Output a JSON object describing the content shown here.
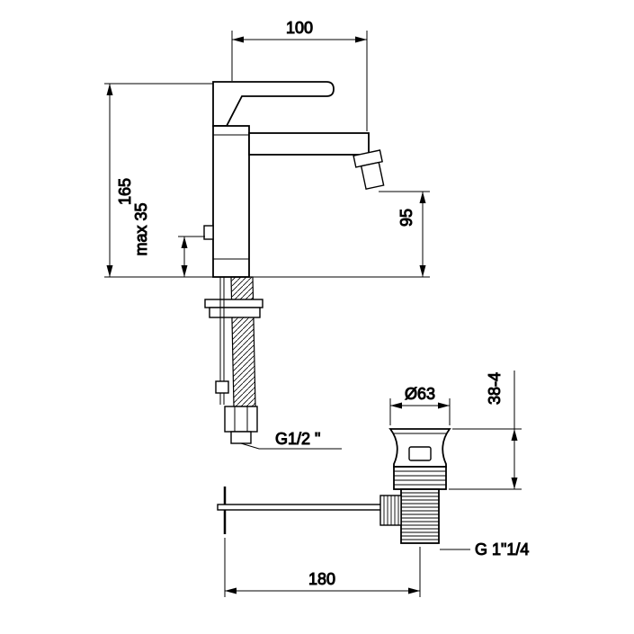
{
  "colors": {
    "line": "#000000",
    "background": "#ffffff"
  },
  "dims": {
    "spout_reach": "100",
    "overall_height": "165",
    "max_deck_thickness": "max 35",
    "outlet_height": "95",
    "waste_flange_diameter": "Ø63",
    "flange_adjust_range": "38-4",
    "inlet_thread": "G1/2 \"",
    "waste_thread": "G 1\"1/4",
    "axis_distance": "180"
  }
}
